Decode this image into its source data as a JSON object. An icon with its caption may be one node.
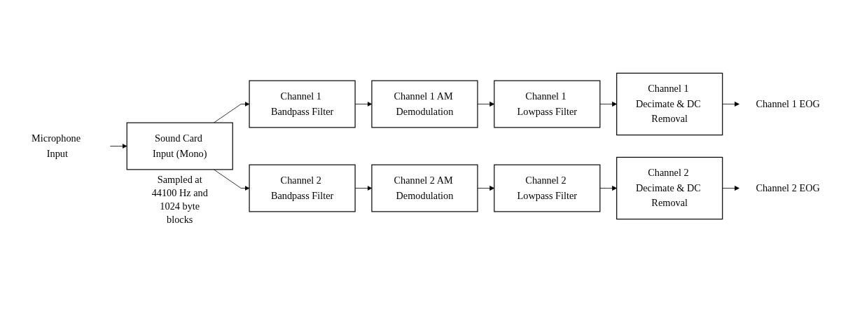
{
  "diagram": {
    "nodes": [
      {
        "text": [
          "Microphone Input"
        ]
      },
      {
        "text": [
          "Sound Card Input (Mono)"
        ],
        "beside": [
          "Sampled at 44100 Hz and 1024 byte blocks"
        ]
      },
      {
        "text": [
          "Channel 1 Bandpass Filter"
        ]
      },
      {
        "text": [
          "Channel 1 AM Demodulation"
        ]
      },
      {
        "text": [
          "Channel 1 Lowpass Filter"
        ]
      },
      {
        "text": [
          "Channel 1 Decimate & DC Removal"
        ]
      },
      {
        "text": [
          "Channel 1 EOG"
        ]
      },
      {
        "text": [
          "Channel 2 Bandpass Filter"
        ]
      },
      {
        "text": [
          "Channel 2 AM Demodulation"
        ]
      },
      {
        "text": [
          "Channel 2 Lowpass Filter"
        ]
      },
      {
        "text": [
          "Channel 2 Decimate & DC Removal"
        ]
      },
      {
        "text": [
          "Channel 2 EOG"
        ]
      }
    ],
    "edges": [
      {
        "from": 0,
        "to": 1,
        "arrow": "to"
      },
      {
        "from": 1,
        "to": 2,
        "arrow": "to"
      },
      {
        "from": 2,
        "to": 3,
        "arrow": "to"
      },
      {
        "from": 3,
        "to": 4,
        "arrow": "to"
      },
      {
        "from": 4,
        "to": 5,
        "arrow": "to"
      },
      {
        "from": 5,
        "to": 6,
        "arrow": "to"
      },
      {
        "from": 1,
        "to": 7,
        "arrow": "to"
      },
      {
        "from": 7,
        "to": 8,
        "arrow": "to"
      },
      {
        "from": 8,
        "to": 9,
        "arrow": "to"
      },
      {
        "from": 9,
        "to": 10,
        "arrow": "to"
      },
      {
        "from": 10,
        "to": 11,
        "arrow": "to"
      }
    ]
  }
}
